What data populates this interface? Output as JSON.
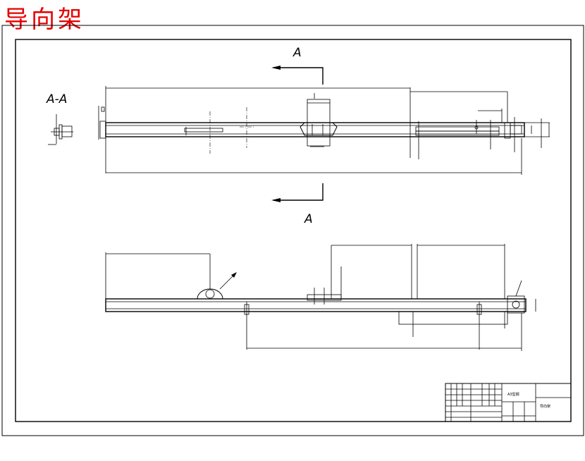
{
  "title": "导向架",
  "views": {
    "section_label": "A-A",
    "arrow_top": "A",
    "arrow_bottom": "A"
  },
  "title_block": {
    "material": "A3型钢",
    "drawing_name": "导向架"
  }
}
